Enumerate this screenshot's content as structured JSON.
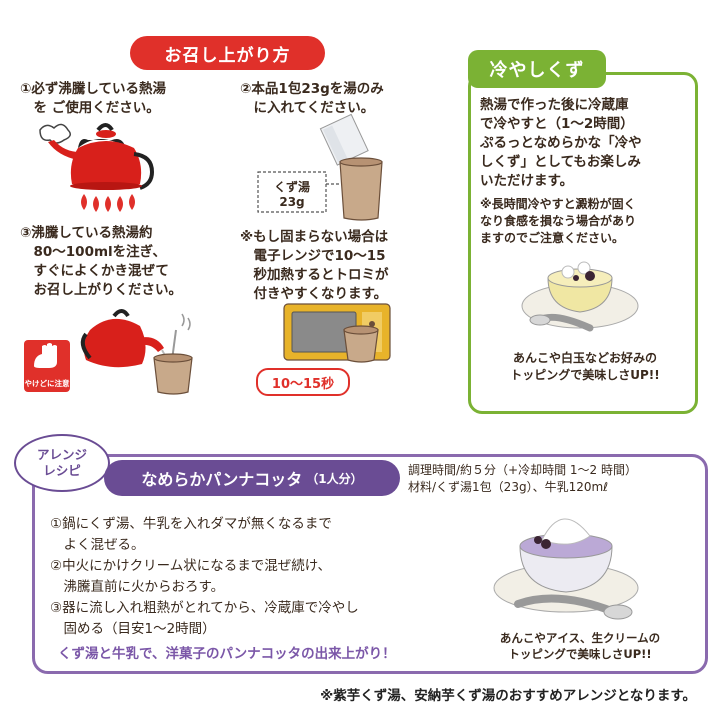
{
  "howto": {
    "title": "お召し上がり方",
    "step1": [
      "①必ず沸騰している熱湯",
      "　を ご使用ください。"
    ],
    "step2": [
      "②本品1包23gを湯のみ",
      "　に入れてください。"
    ],
    "step3": [
      "③沸騰している熱湯約",
      "　80〜100mlを注ぎ、",
      "　すぐによくかき混ぜて",
      "　お召し上がりください。"
    ],
    "note": [
      "※もし固まらない場合は",
      "　電子レンジで10〜15",
      "　秒加熱するとトロミが",
      "　付きやすくなります。"
    ],
    "packet_label": [
      "くず湯",
      "23g"
    ],
    "microwave_label": "10〜15秒",
    "caution_label": "やけどに注意"
  },
  "chilled": {
    "title": "冷やしくず",
    "body": [
      "熱湯で作った後に冷蔵庫",
      "で冷やすと（1〜2時間）",
      "ぷるっとなめらかな「冷や",
      "しくず」としてもお楽しみ",
      "いただけます。"
    ],
    "note": [
      "※長時間冷やすと澱粉が固く",
      "なり食感を損なう場合があり",
      "ますのでご注意ください。"
    ],
    "topping": [
      "あんこや白玉などお好みの",
      "トッピングで美味しさUP!!"
    ]
  },
  "arrange": {
    "tag": [
      "アレンジ",
      "レシピ"
    ],
    "title": "なめらかパンナコッタ",
    "servings": "（1人分）",
    "time": "調理時間/約５分（+冷却時間 1〜2 時間）",
    "ingredients": "材料/くず湯1包（23g）、牛乳120mℓ",
    "steps": [
      "①鍋にくず湯、牛乳を入れダマが無くなるまで",
      "　よく混ぜる。",
      "②中火にかけクリーム状になるまで混ぜ続け、",
      "　沸騰直前に火からおろす。",
      "③器に流し入れ粗熱がとれてから、冷蔵庫で冷やし",
      "　固める（目安1〜2時間）"
    ],
    "highlight": "くず湯と牛乳で、洋菓子のパンナコッタの出来上がり！",
    "topping": [
      "あんこやアイス、生クリームの",
      "トッピングで美味しさUP!!"
    ]
  },
  "footnote": "※紫芋くず湯、安納芋くず湯のおすすめアレンジとなります。",
  "colors": {
    "red": "#e0302a",
    "green": "#7bb234",
    "purple": "#6a4c94",
    "cup": "#c8a98a"
  }
}
